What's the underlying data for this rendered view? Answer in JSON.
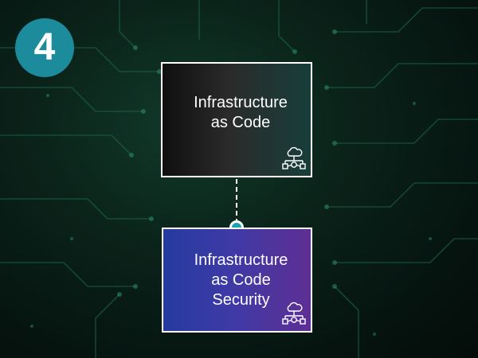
{
  "step": {
    "number": "4",
    "color": "#1c8c9c"
  },
  "cards": [
    {
      "lines": [
        "Infrastructure",
        "as Code"
      ],
      "icon": "cloud-network-icon"
    },
    {
      "lines": [
        "Infrastructure",
        "as Code",
        "Security"
      ],
      "icon": "cloud-network-icon"
    }
  ],
  "connector": {
    "style": "dashed",
    "dot_color": "#1aa3a8"
  },
  "colors": {
    "background": "#0a2219",
    "card1_accent": "#183e3a",
    "card2_start": "#253aa0",
    "card2_end": "#5e2f94"
  }
}
